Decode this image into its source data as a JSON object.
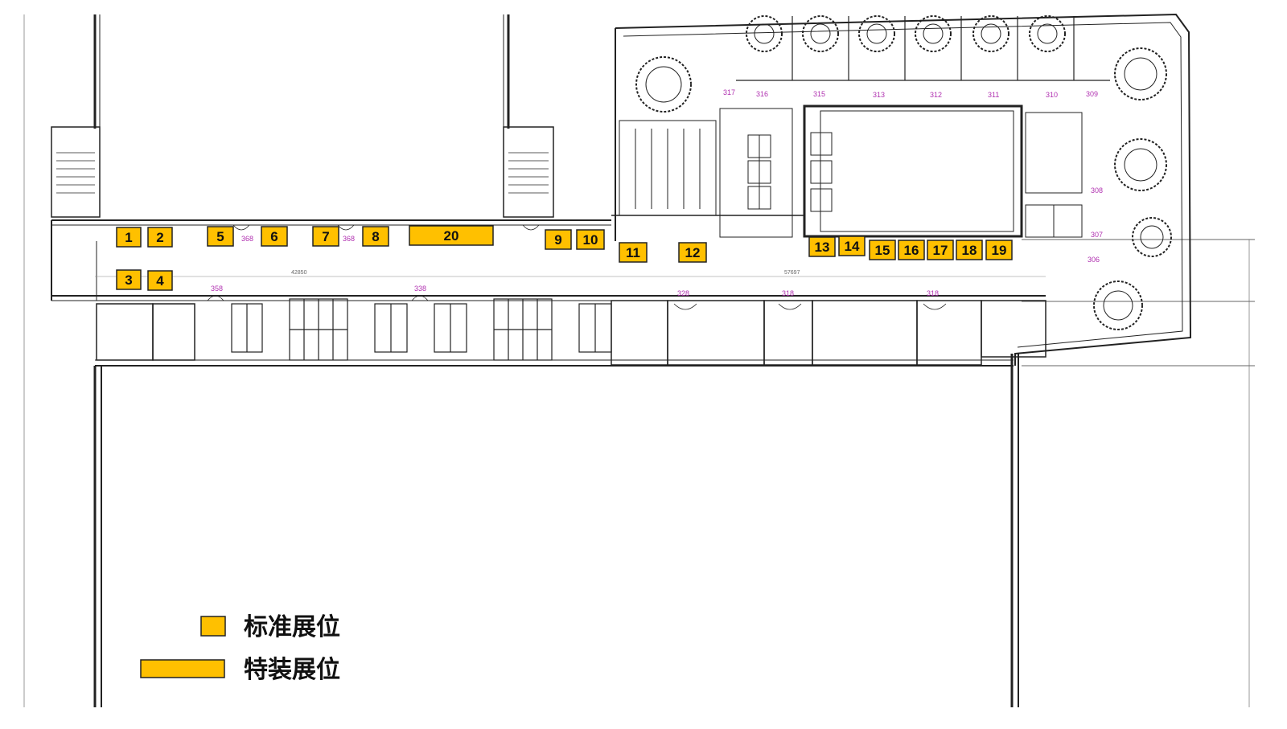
{
  "booths": [
    {
      "id": "1",
      "type": "standard"
    },
    {
      "id": "2",
      "type": "standard"
    },
    {
      "id": "3",
      "type": "standard"
    },
    {
      "id": "4",
      "type": "standard"
    },
    {
      "id": "5",
      "type": "standard"
    },
    {
      "id": "6",
      "type": "standard"
    },
    {
      "id": "7",
      "type": "standard"
    },
    {
      "id": "8",
      "type": "standard"
    },
    {
      "id": "9",
      "type": "standard"
    },
    {
      "id": "10",
      "type": "standard"
    },
    {
      "id": "11",
      "type": "standard"
    },
    {
      "id": "12",
      "type": "standard"
    },
    {
      "id": "13",
      "type": "standard"
    },
    {
      "id": "14",
      "type": "standard"
    },
    {
      "id": "15",
      "type": "standard"
    },
    {
      "id": "16",
      "type": "standard"
    },
    {
      "id": "17",
      "type": "standard"
    },
    {
      "id": "18",
      "type": "standard"
    },
    {
      "id": "19",
      "type": "standard"
    },
    {
      "id": "20",
      "type": "special"
    }
  ],
  "room_numbers": [
    "317",
    "316",
    "315",
    "313",
    "312",
    "311",
    "310",
    "309",
    "308",
    "307",
    "306",
    "368",
    "368",
    "358",
    "338",
    "328",
    "318",
    "318"
  ],
  "corridor_dimensions": [
    "42850",
    "57697"
  ],
  "legend": {
    "standard_label": "标准展位",
    "special_label": "特装展位"
  },
  "colors": {
    "booth_fill": "#FFC000",
    "booth_stroke": "#222222",
    "room_number": "#b030b0"
  }
}
